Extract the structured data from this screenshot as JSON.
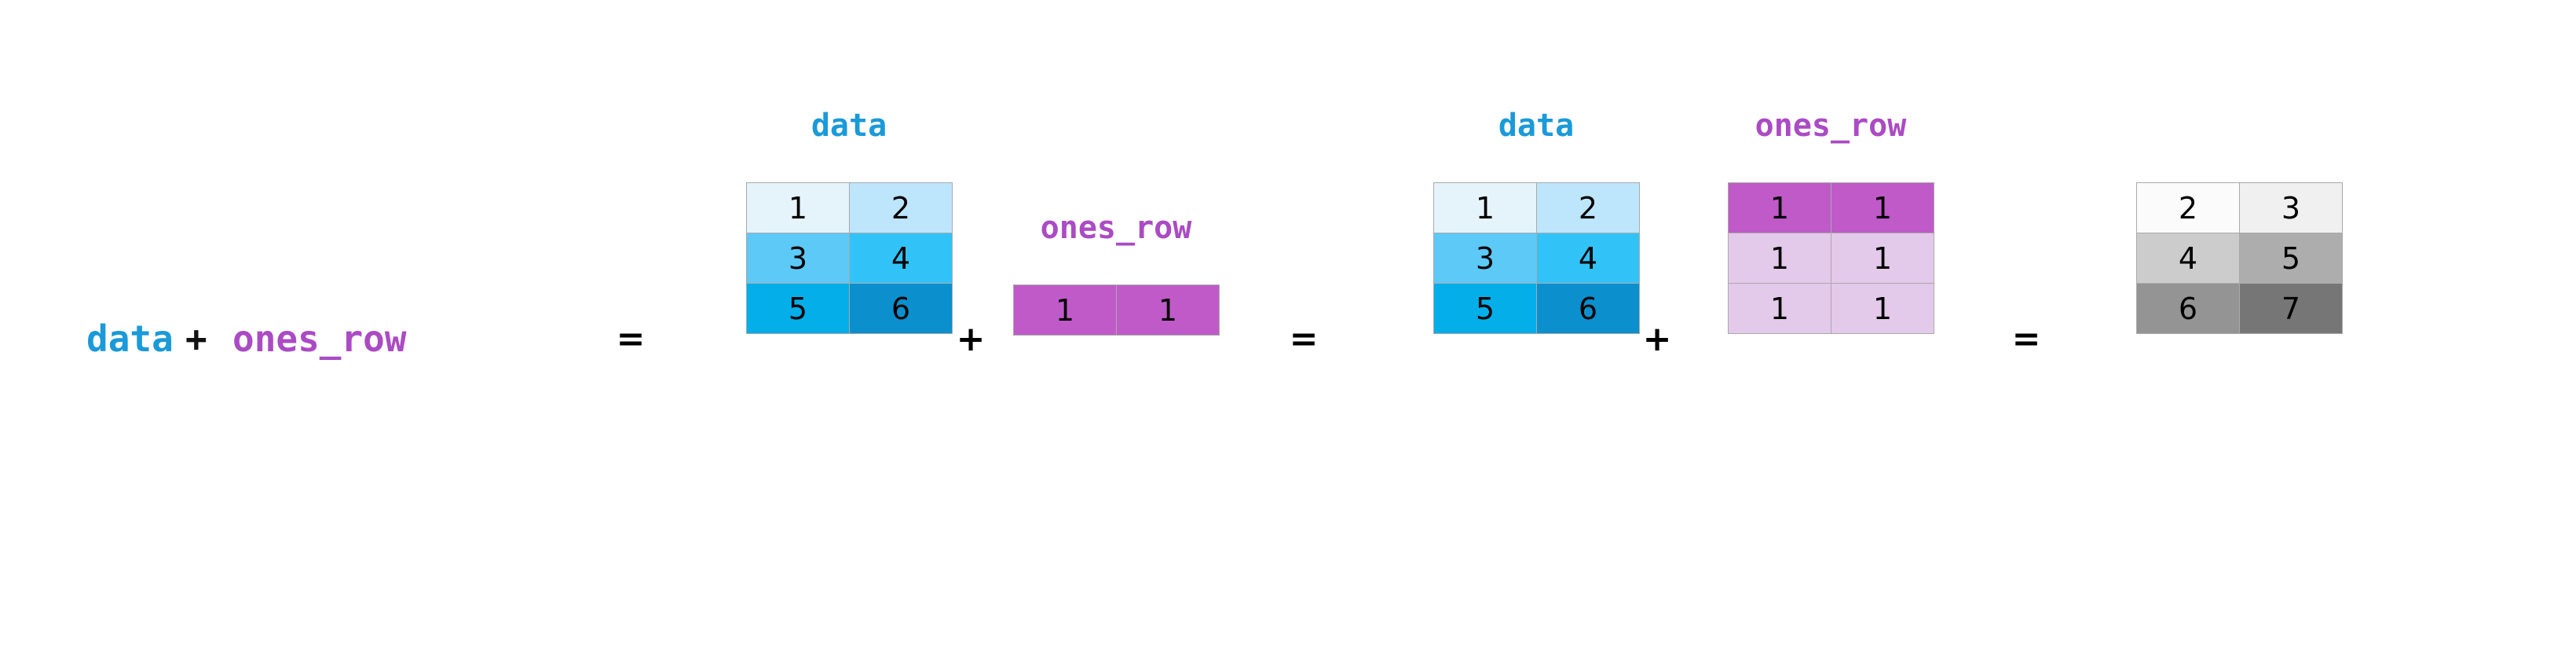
{
  "title": "numpy broadcasting: data + ones_row",
  "colors": {
    "blue_text": "#1a9ad8",
    "purple_text": "#ab4bc4",
    "grid_border": "#aaaaaa",
    "background": "#ffffff",
    "data_cells": [
      "#e5f3fb",
      "#bde5fb",
      "#5cc9f7",
      "#31c3f7",
      "#04aee8",
      "#0b8fcd"
    ],
    "ones_solid": "#bf5ac8",
    "ones_broadcast": "#e3c9ea",
    "result_cells": [
      "#fbfbfb",
      "#f0f0f0",
      "#cccccc",
      "#adadad",
      "#949494",
      "#767676"
    ]
  },
  "equation": {
    "term_data": "data",
    "plus": "+",
    "term_ones_row": "ones_row",
    "equals": "="
  },
  "operators": {
    "plus_1": "+",
    "equals_1": "=",
    "plus_2": "+",
    "equals_2": "="
  },
  "matrices": {
    "data_1": {
      "title": "data",
      "rows": 3,
      "cols": 2,
      "values": [
        [
          "1",
          "2"
        ],
        [
          "3",
          "4"
        ],
        [
          "5",
          "6"
        ]
      ],
      "cell_colors": [
        [
          "#e5f3fb",
          "#bde5fb"
        ],
        [
          "#5cc9f7",
          "#31c3f7"
        ],
        [
          "#04aee8",
          "#0b8fcd"
        ]
      ]
    },
    "ones_row_1": {
      "title": "ones_row",
      "rows": 1,
      "cols": 2,
      "values": [
        [
          "1",
          "1"
        ]
      ],
      "cell_colors": [
        [
          "#bf5ac8",
          "#bf5ac8"
        ]
      ]
    },
    "data_2": {
      "title": "data",
      "rows": 3,
      "cols": 2,
      "values": [
        [
          "1",
          "2"
        ],
        [
          "3",
          "4"
        ],
        [
          "5",
          "6"
        ]
      ],
      "cell_colors": [
        [
          "#e5f3fb",
          "#bde5fb"
        ],
        [
          "#5cc9f7",
          "#31c3f7"
        ],
        [
          "#04aee8",
          "#0b8fcd"
        ]
      ]
    },
    "ones_row_broadcast": {
      "title": "ones_row",
      "rows": 3,
      "cols": 2,
      "values": [
        [
          "1",
          "1"
        ],
        [
          "1",
          "1"
        ],
        [
          "1",
          "1"
        ]
      ],
      "cell_colors": [
        [
          "#bf5ac8",
          "#bf5ac8"
        ],
        [
          "#e3c9ea",
          "#e3c9ea"
        ],
        [
          "#e3c9ea",
          "#e3c9ea"
        ]
      ]
    },
    "result": {
      "title": "",
      "rows": 3,
      "cols": 2,
      "values": [
        [
          "2",
          "3"
        ],
        [
          "4",
          "5"
        ],
        [
          "6",
          "7"
        ]
      ],
      "cell_colors": [
        [
          "#fbfbfb",
          "#f0f0f0"
        ],
        [
          "#cccccc",
          "#adadad"
        ],
        [
          "#949494",
          "#767676"
        ]
      ]
    }
  }
}
